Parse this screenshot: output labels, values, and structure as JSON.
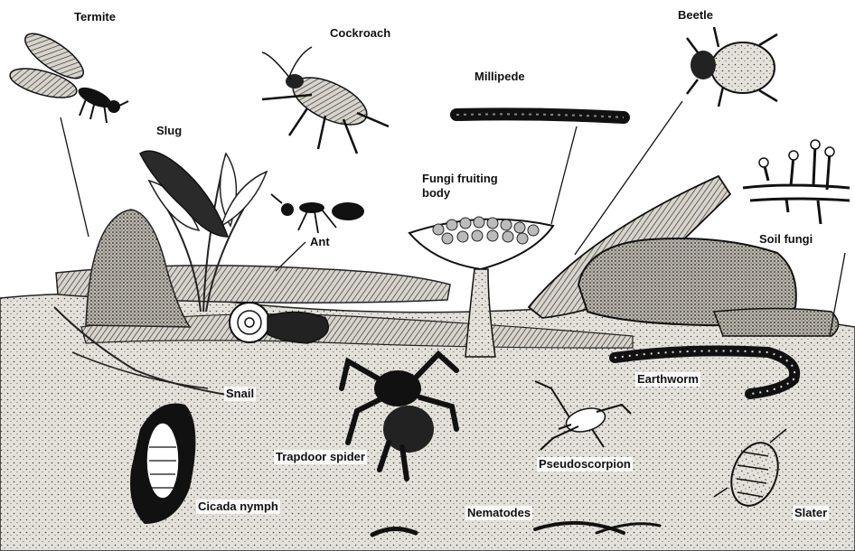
{
  "colors": {
    "ink": "#111111",
    "soil": "#dedad2",
    "paper": "#ffffff",
    "stipple": "#555555"
  },
  "labels": {
    "termite": "Termite",
    "cockroach": "Cockroach",
    "millipede": "Millipede",
    "beetle": "Beetle",
    "slug": "Slug",
    "fungi_fruiting_body": "Fungi fruiting\nbody",
    "ant": "Ant",
    "soil_fungi": "Soil fungi",
    "snail": "Snail",
    "earthworm": "Earthworm",
    "trapdoor_spider": "Trapdoor spider",
    "pseudoscorpion": "Pseudoscorpion",
    "cicada_nymph": "Cicada nymph",
    "nematodes": "Nematodes",
    "slater": "Slater"
  }
}
